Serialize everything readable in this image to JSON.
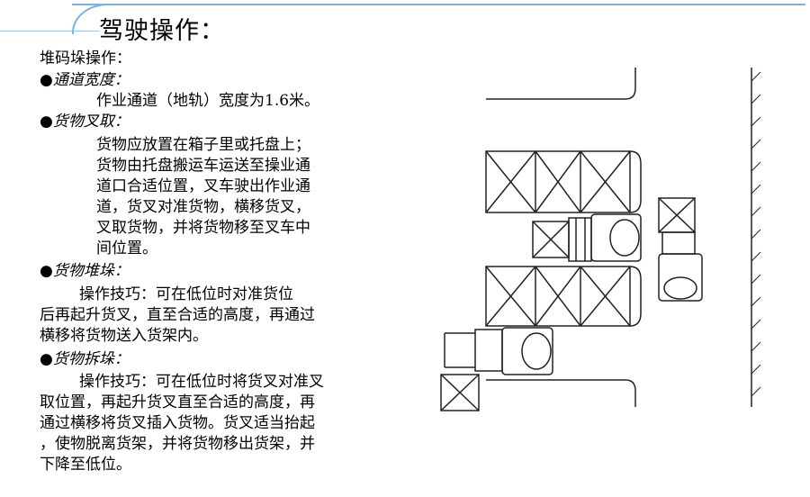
{
  "title": "驾驶操作：",
  "subtitle": "堆码垛操作：",
  "sections": [
    {
      "bullet": "●通道宽度：",
      "lines": [
        "作业通道（地轨）宽度为1.6米。"
      ]
    },
    {
      "bullet": "●货物叉取：",
      "lines": [
        "货物应放置在箱子里或托盘上；",
        "货物由托盘搬运车运送至操业通",
        "道口合适位置，叉车驶出作业通",
        "道，货叉对准货物，横移货叉，",
        "叉取货物，并将货物移至叉车中",
        "间位置。"
      ]
    },
    {
      "bullet": "●货物堆垛：",
      "lines": [
        "操作技巧：可在低位时对准货位",
        "后再起升货叉，直至合适的高度，再通过",
        "横移将货物送入货架内。"
      ]
    },
    {
      "bullet": "●货物拆垛：",
      "lines": [
        "操作技巧：可在低位时将货叉对准叉",
        "取位置，再起升货叉直至合适的高度，再",
        "通过横移将货叉插入货物。货叉适当抬起",
        "，使物脱离货架，并将货物移出货架，并",
        "下降至低位。"
      ]
    }
  ],
  "colors": {
    "accent_line": "#7fb0d8"
  }
}
